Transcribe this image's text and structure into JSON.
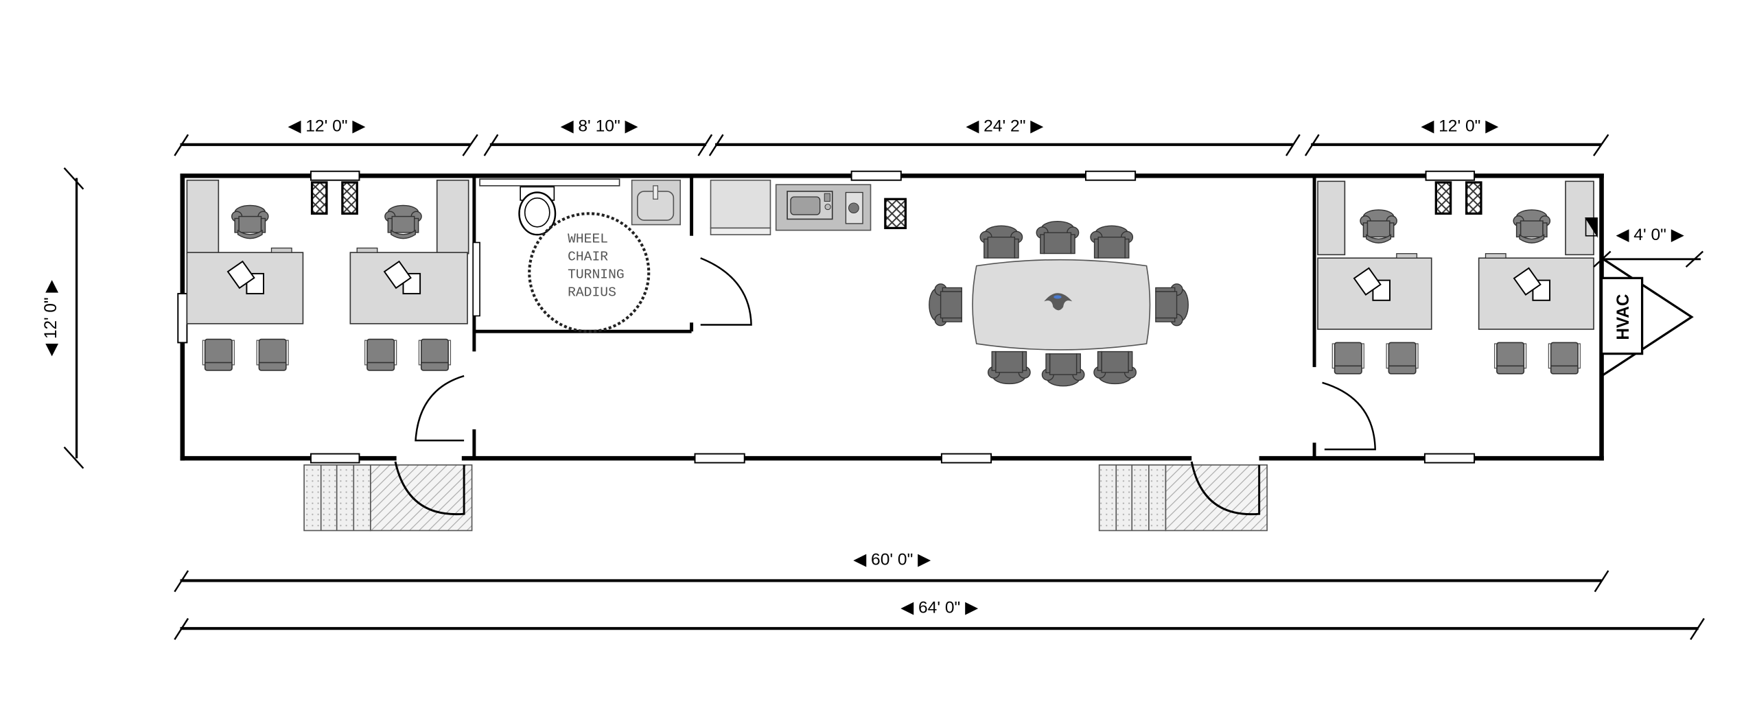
{
  "diagram": {
    "type": "floor-plan",
    "subject": "Modular office trailer floor plan"
  },
  "dimensions": {
    "top": [
      {
        "label": "12' 0\"",
        "segment": "left-office"
      },
      {
        "label": "8' 10\"",
        "segment": "restroom"
      },
      {
        "label": "24' 2\"",
        "segment": "conference-area"
      },
      {
        "label": "12' 0\"",
        "segment": "right-office"
      }
    ],
    "side": {
      "label": "12' 0\"",
      "segment": "building-depth"
    },
    "hitch": {
      "label": "4' 0\"",
      "segment": "hitch-length"
    },
    "overall_box": {
      "label": "60' 0\""
    },
    "overall_with_hitch": {
      "label": "64' 0\""
    }
  },
  "rooms": [
    {
      "name": "Left Office",
      "desks": 2,
      "executive_chairs": 2,
      "guest_chairs": 4,
      "credenzas": 2
    },
    {
      "name": "Restroom",
      "fixtures": [
        "toilet",
        "grab-bar",
        "sink"
      ],
      "annotation": [
        "WHEEL",
        "CHAIR",
        "TURNING",
        "RADIUS"
      ]
    },
    {
      "name": "Conference / Open Area",
      "kitchenette": [
        "refrigerator",
        "microwave",
        "coffee-maker"
      ],
      "table_chairs": 8,
      "center_device": "speakerphone"
    },
    {
      "name": "Right Office",
      "desks": 2,
      "executive_chairs": 2,
      "guest_chairs": 4,
      "credenzas": 2
    }
  ],
  "labels": {
    "hvac": "HVAC"
  },
  "entrances": [
    {
      "name": "left-entry-steps-and-landing"
    },
    {
      "name": "right-entry-steps-and-landing"
    }
  ],
  "colors": {
    "wall": "#000000",
    "furniture_surface": "#d9d9d9",
    "chair": "#808080",
    "background": "#ffffff"
  }
}
